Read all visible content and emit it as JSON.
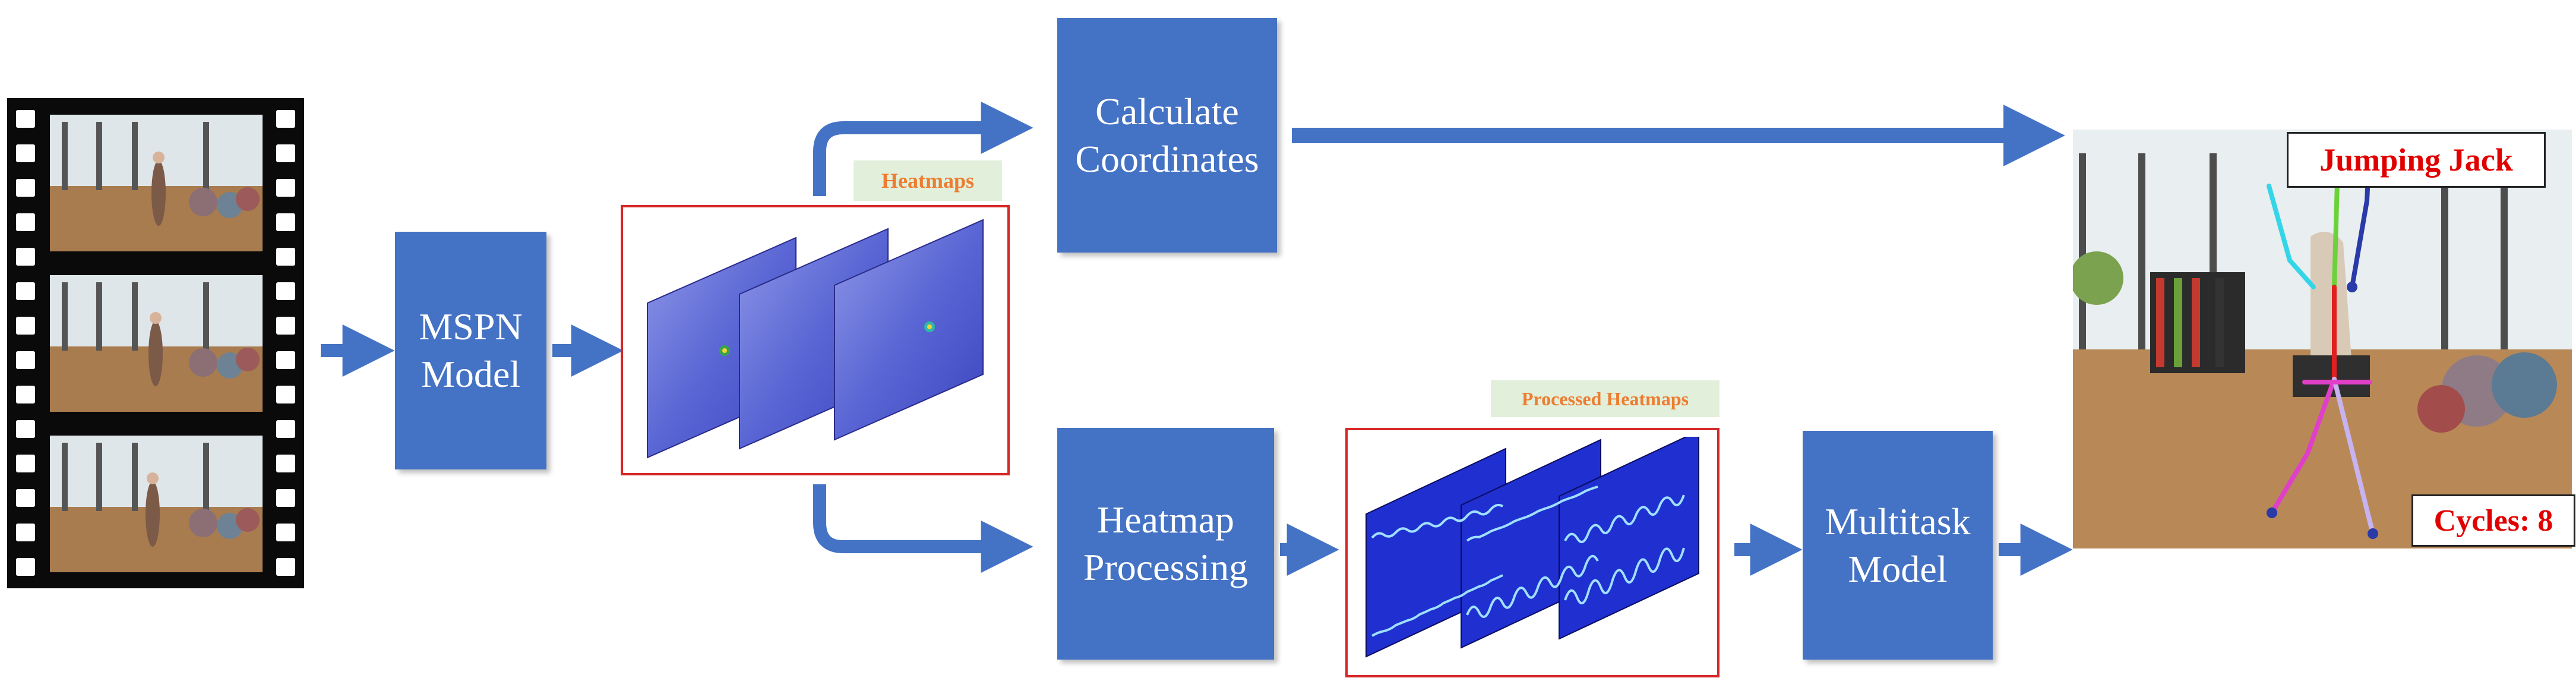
{
  "nodes": {
    "mspn": "MSPN\nModel",
    "calculate": "Calculate\nCoordinates",
    "heatmap_processing": "Heatmap\nProcessing",
    "multitask": "Multitask\nModel"
  },
  "labels": {
    "heatmaps": "Heatmaps",
    "processed_heatmaps": "Processed Heatmaps"
  },
  "output": {
    "action_label": "Jumping Jack",
    "cycles_label": "Cycles: 8"
  },
  "colors": {
    "box": "#4472C4",
    "arrow": "#4472C4",
    "frame": "#D62828",
    "tag_bg": "#E2EFDA",
    "tag_text": "#ED7D31",
    "label_text": "#E00000"
  }
}
